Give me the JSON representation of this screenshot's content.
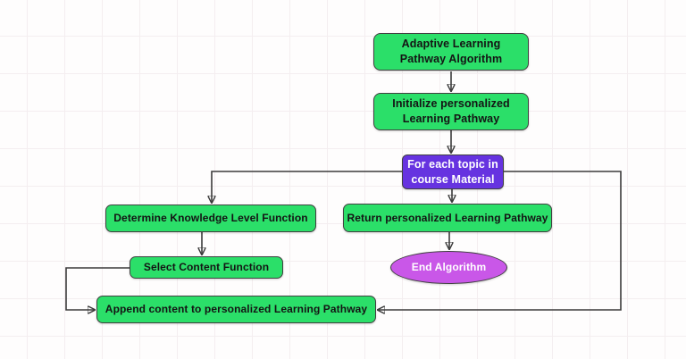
{
  "diagram": {
    "title": "Adaptive Learning Pathway Algorithm flowchart",
    "colors": {
      "process_fill": "#2bdf69",
      "loop_fill": "#6633e0",
      "terminator_fill": "#c957e8",
      "border": "#404040",
      "edge": "#3b3b3b",
      "canvas_background": "#fefdfd",
      "grid_line": "#f4eef0"
    },
    "nodes": [
      {
        "id": "start",
        "label": "Adaptive Learning\nPathway Algorithm",
        "shape": "rounded-rectangle",
        "fill": "#2bdf69",
        "text_color": "#141414"
      },
      {
        "id": "initialize",
        "label": "Initialize personalized\nLearning Pathway",
        "shape": "rounded-rectangle",
        "fill": "#2bdf69",
        "text_color": "#141414"
      },
      {
        "id": "loop",
        "label": "For each topic in\ncourse Material",
        "shape": "rounded-rectangle",
        "fill": "#6633e0",
        "text_color": "#ffffff"
      },
      {
        "id": "determine",
        "label": "Determine Knowledge Level Function",
        "shape": "rounded-rectangle",
        "fill": "#2bdf69",
        "text_color": "#141414"
      },
      {
        "id": "return",
        "label": "Return personalized Learning Pathway",
        "shape": "rounded-rectangle",
        "fill": "#2bdf69",
        "text_color": "#141414"
      },
      {
        "id": "select",
        "label": "Select Content Function",
        "shape": "rounded-rectangle",
        "fill": "#2bdf69",
        "text_color": "#141414"
      },
      {
        "id": "end",
        "label": "End Algorithm",
        "shape": "ellipse",
        "fill": "#c957e8",
        "text_color": "#ffffff"
      },
      {
        "id": "append",
        "label": "Append content to personalized Learning Pathway",
        "shape": "rounded-rectangle",
        "fill": "#2bdf69",
        "text_color": "#141414"
      }
    ],
    "edges": [
      {
        "from": "start",
        "to": "initialize",
        "route": "straight-down"
      },
      {
        "from": "initialize",
        "to": "loop",
        "route": "straight-down"
      },
      {
        "from": "loop",
        "to": "determine",
        "route": "left-then-down"
      },
      {
        "from": "loop",
        "to": "return",
        "route": "straight-down"
      },
      {
        "from": "determine",
        "to": "select",
        "route": "straight-down"
      },
      {
        "from": "select",
        "to": "append",
        "route": "left-down-right"
      },
      {
        "from": "loop",
        "to": "append",
        "route": "right-down-left"
      },
      {
        "from": "return",
        "to": "end",
        "route": "straight-down"
      }
    ]
  }
}
